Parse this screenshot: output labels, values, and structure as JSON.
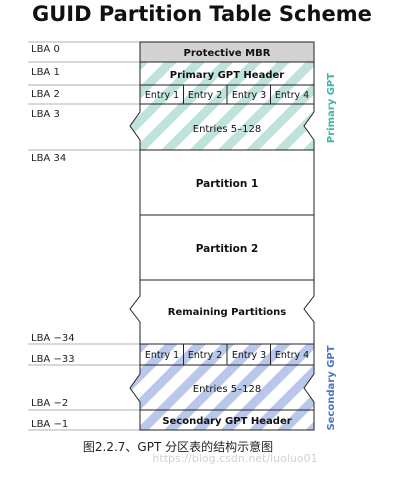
{
  "title": "GUID Partition Table Scheme",
  "lba_labels": [
    "LBA 0",
    "LBA 1",
    "LBA 2",
    "LBA 3",
    "LBA 34",
    "LBA −34",
    "LBA −33",
    "LBA −2",
    "LBA −1"
  ],
  "blocks": {
    "protective_mbr": "Protective MBR",
    "primary_header": "Primary GPT Header",
    "primary_entries": [
      "Entry 1",
      "Entry 2",
      "Entry 3",
      "Entry 4"
    ],
    "primary_entries_range": "Entries 5–128",
    "partition_1": "Partition 1",
    "partition_2": "Partition 2",
    "remaining": "Remaining Partitions",
    "secondary_entries": [
      "Entry 1",
      "Entry 2",
      "Entry 3",
      "Entry 4"
    ],
    "secondary_entries_range": "Entries 5–128",
    "secondary_header": "Secondary GPT Header"
  },
  "side_labels": {
    "primary": "Primary GPT",
    "secondary": "Secondary GPT"
  },
  "caption": "图2.2.7、GPT 分区表的结构示意图",
  "watermark": "https://blog.csdn.net/luoluo01",
  "colors": {
    "mbr_fill": "#d3d3d3",
    "primary_stripe": "#bfe3dc",
    "secondary_stripe": "#b9c8ea",
    "primary_label": "#3fb3a7",
    "secondary_label": "#4d73c4",
    "line": "#222222"
  }
}
